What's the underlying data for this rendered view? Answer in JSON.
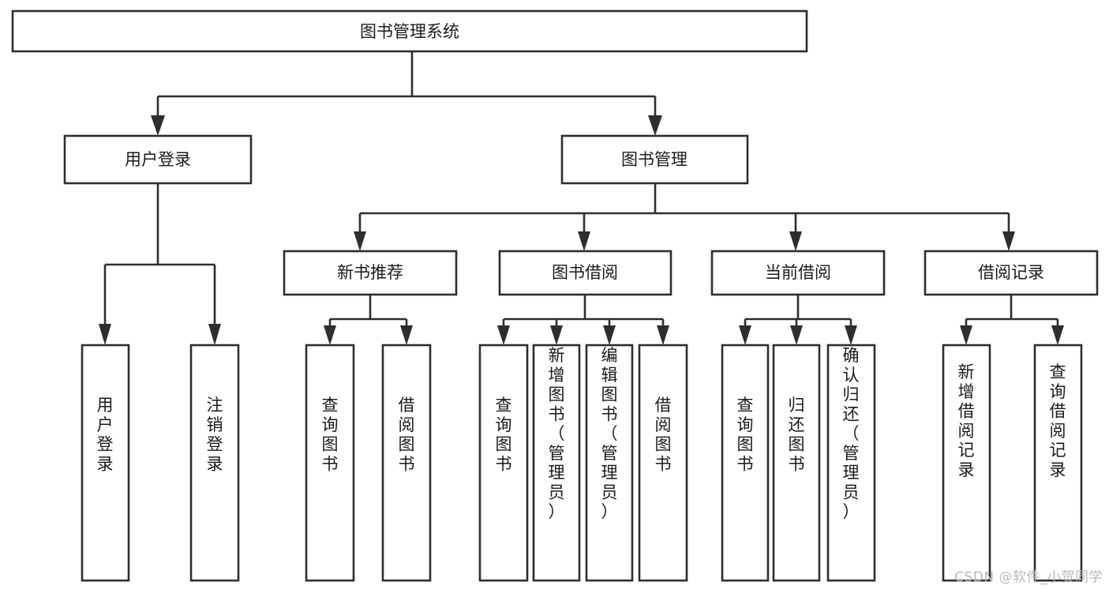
{
  "diagram": {
    "type": "tree-hierarchy",
    "title": "图书管理系统",
    "watermark": "CSDN @软件_小贺同学",
    "colors": {
      "stroke": "#2e2e2e",
      "fill": "#ffffff",
      "text": "#1a1a1a",
      "watermark": "#b9b9b9",
      "background": "#ffffff"
    },
    "levels": {
      "root": {
        "label": "图书管理系统"
      },
      "level2": [
        {
          "label": "用户登录"
        },
        {
          "label": "图书管理"
        }
      ],
      "level3": [
        {
          "label": "新书推荐"
        },
        {
          "label": "图书借阅"
        },
        {
          "label": "当前借阅"
        },
        {
          "label": "借阅记录"
        }
      ]
    },
    "leaves": {
      "user_login": [
        {
          "label": "用户登录"
        },
        {
          "label": "注销登录"
        }
      ],
      "new_book_recommend": [
        {
          "label": "查询图书"
        },
        {
          "label": "借阅图书"
        }
      ],
      "book_borrow": [
        {
          "label": "查询图书"
        },
        {
          "label": "新增图书（管理员）"
        },
        {
          "label": "编辑图书（管理员）"
        },
        {
          "label": "借阅图书"
        }
      ],
      "current_borrow": [
        {
          "label": "查询图书"
        },
        {
          "label": "归还图书"
        },
        {
          "label": "确认归还（管理员）"
        }
      ],
      "borrow_record": [
        {
          "label": "新增借阅记录"
        },
        {
          "label": "查询借阅记录"
        }
      ]
    }
  }
}
